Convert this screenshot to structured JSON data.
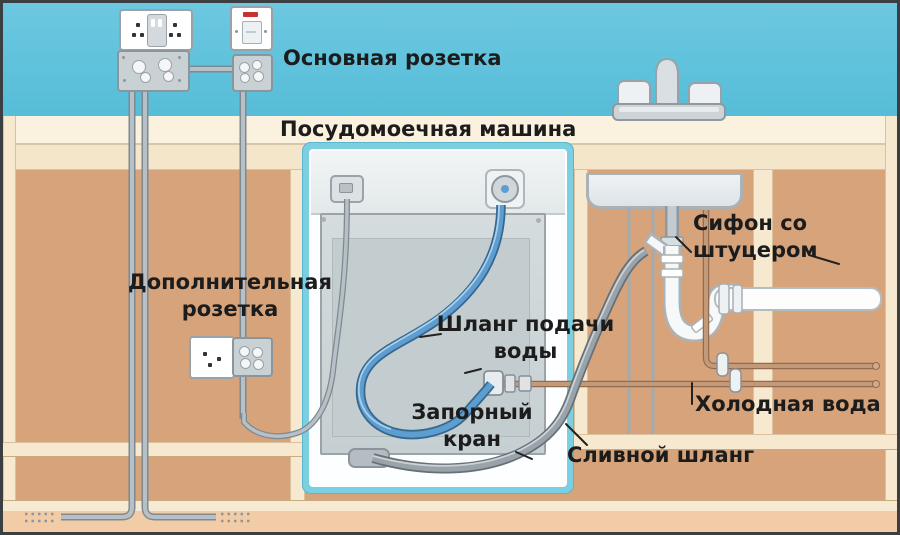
{
  "diagram": {
    "subject": "dishwasher-installation-scheme",
    "labels": {
      "main_outlet": "Основная розетка",
      "dishwasher": "Посудомоечная машина",
      "additional_outlet": "Дополнительная\nрозетка",
      "supply_hose": "Шланг подачи\nводы",
      "shutoff_valve": "Запорный\nкран",
      "drain_hose": "Сливной шланг",
      "siphon": "Сифон со\nштуцером",
      "cold_water": "Холодная вода"
    },
    "colors": {
      "wall_blue": "#5fc2dc",
      "cabinet_tan": "#d7a37a",
      "counter_cream": "#faf1de",
      "dishwasher_teal": "#7bcfe0",
      "supply_hose_blue": "#5e9dcf",
      "drain_hose_gray": "#99a3a9",
      "copper_pipe": "#bb9070",
      "switch_indicator_red": "#c93030",
      "label_text": "#1c1c1c"
    }
  }
}
